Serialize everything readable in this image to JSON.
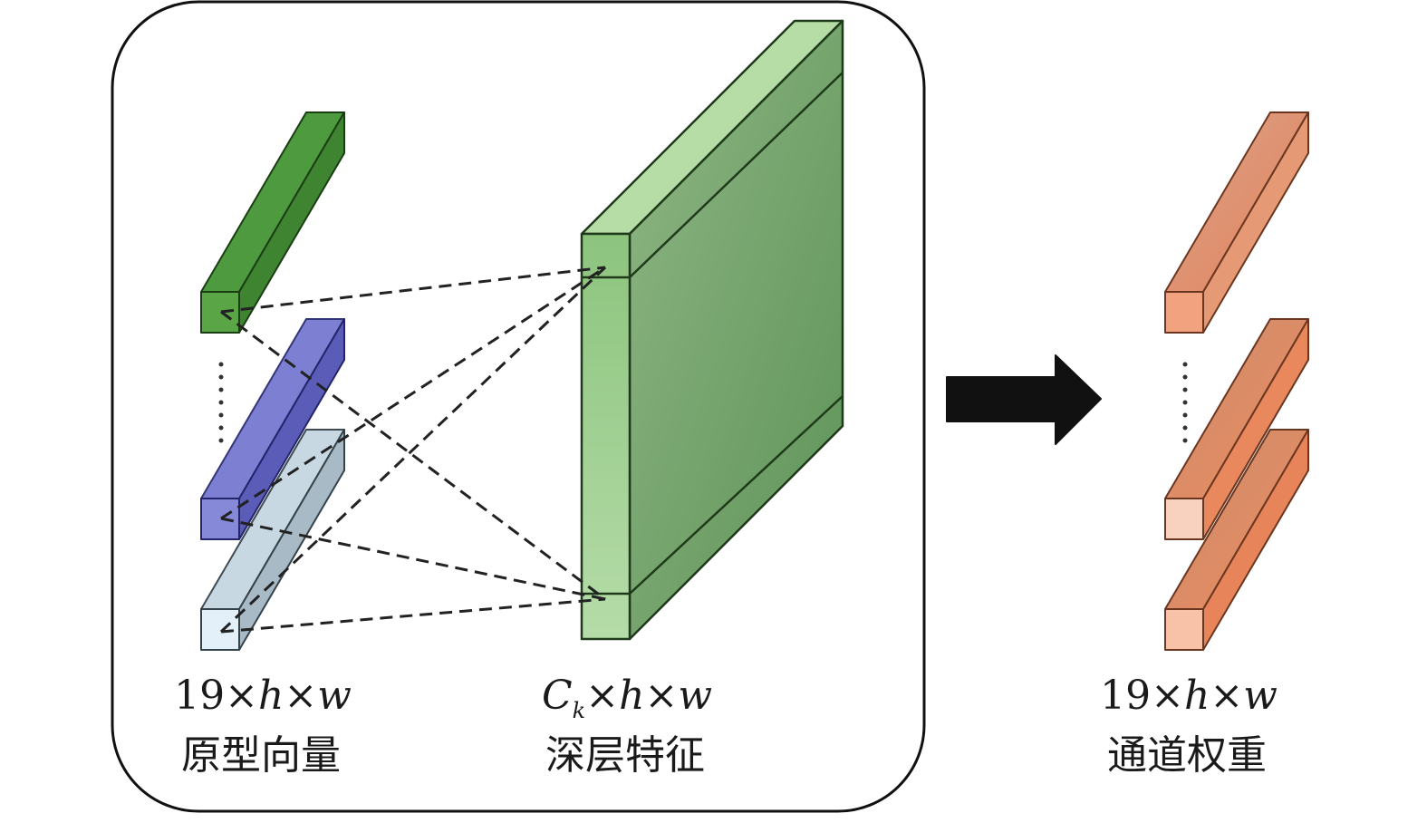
{
  "left_group": {
    "prototype_dims": {
      "num": "19",
      "times1": "×",
      "h": "h",
      "times2": "×",
      "w": "w"
    },
    "prototype_caption": "原型向量",
    "feature_dims": {
      "c": "C",
      "k": "k",
      "times1": "×",
      "h": "h",
      "times2": "×",
      "w": "w"
    },
    "feature_caption": "深层特征"
  },
  "right_group": {
    "weight_dims": {
      "num": "19",
      "times1": "×",
      "h": "h",
      "times2": "×",
      "w": "w"
    },
    "weight_caption": "通道权重"
  },
  "colors": {
    "green_bar": "#4e9a3e",
    "blue_bar": "#6f71c9",
    "light_blue_bar": "#c9dbe8",
    "feature_block": "#7fb377",
    "weight_bar": "#e3906e",
    "arrow": "#111111"
  }
}
